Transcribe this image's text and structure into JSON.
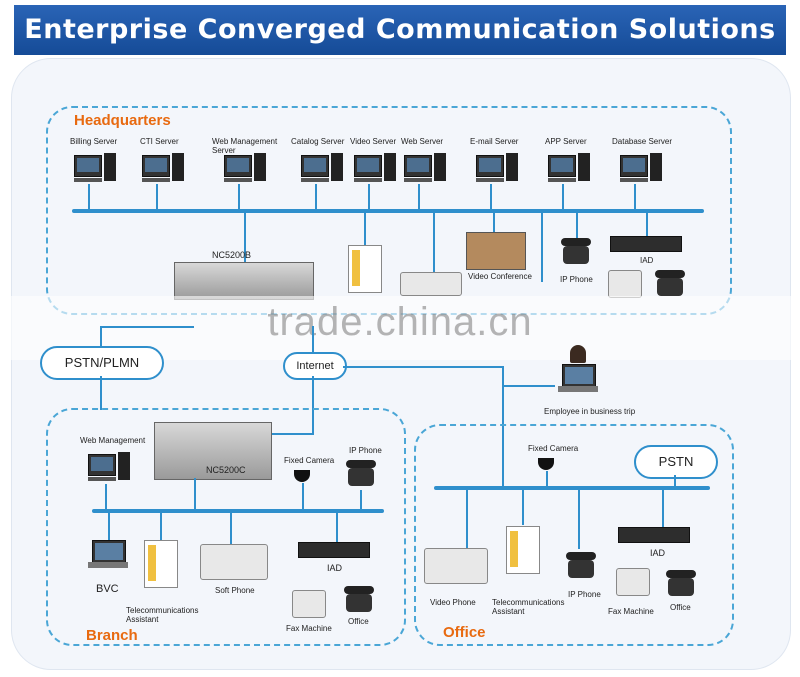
{
  "title": "Enterprise Converged Communication Solutions",
  "zones": {
    "headquarters": "Headquarters",
    "branch": "Branch",
    "office": "Office"
  },
  "hq": {
    "servers": [
      "Billing Server",
      "CTI Server",
      "Web Management Server",
      "Catalog Server",
      "Video Server",
      "Web Server",
      "E-mail Server",
      "APP Server",
      "Database Server"
    ],
    "nc": "NC5200B",
    "video_conference": "Video Conference",
    "ip_phone": "IP Phone",
    "iad": "IAD"
  },
  "clouds": {
    "pstn_plmn": "PSTN/PLMN",
    "internet": "Internet",
    "pstn": "PSTN"
  },
  "trip": "Employee in business trip",
  "branch": {
    "web_management": "Web Management",
    "nc": "NC5200C",
    "fixed_camera": "Fixed Camera",
    "ip_phone": "IP Phone",
    "bvc": "BVC",
    "telecom_assistant": "Telecommunications Assistant",
    "soft_phone": "Soft Phone",
    "iad": "IAD",
    "fax": "Fax Machine",
    "office": "Office"
  },
  "office": {
    "fixed_camera": "Fixed Camera",
    "video_phone": "Video  Phone",
    "telecom_assistant": "Telecommunications Assistant",
    "ip_phone": "IP Phone",
    "iad": "IAD",
    "fax": "Fax Machine",
    "office": "Office"
  },
  "watermark": "trade.china.cn",
  "colors": {
    "banner": "#1a56a8",
    "bus": "#2f8fcc",
    "zone_title": "#e86a10",
    "dashed": "#4aa6d6"
  }
}
